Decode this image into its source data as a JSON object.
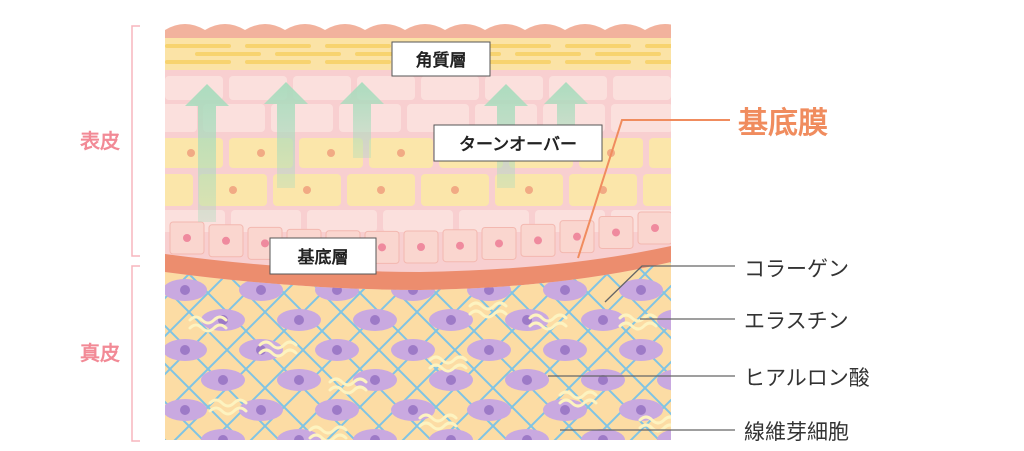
{
  "labels": {
    "epidermis": "表皮",
    "dermis": "真皮",
    "stratum_corneum": "角質層",
    "turnover": "ターンオーバー",
    "basal_layer": "基底層",
    "basement_membrane": "基底膜",
    "collagen": "コラーゲン",
    "elastin": "エラスチン",
    "hyaluronic_acid": "ヒアルロン酸",
    "fibroblast": "線維芽細胞"
  },
  "colors": {
    "bracket": "#f7b5bd",
    "bracket_text": "#f28a96",
    "highlight": "#f08c5e",
    "callout_line": "#666666",
    "callout_text": "#333333",
    "top_skin": "#f2b29d",
    "corneum": "#fbe3a6",
    "corneum_line": "#f7d36f",
    "epidermis_bg": "#f8cfd0",
    "cell_pink": "#fbe0dd",
    "cell_yellow": "#fbe6aa",
    "nucleus": "#f1aa84",
    "basal_cell": "#fad6cf",
    "basal_nucleus": "#ef8a9e",
    "membrane": "#ec8d6e",
    "dermis_bg": "#fcdca4",
    "collagen": "#7fc4e4",
    "fibroblast": "#c9a9e0",
    "fibroblast_nucleus": "#9d7ac7",
    "hyaluronic": "#fdf3c0",
    "arrow": "#a8dcbd"
  }
}
